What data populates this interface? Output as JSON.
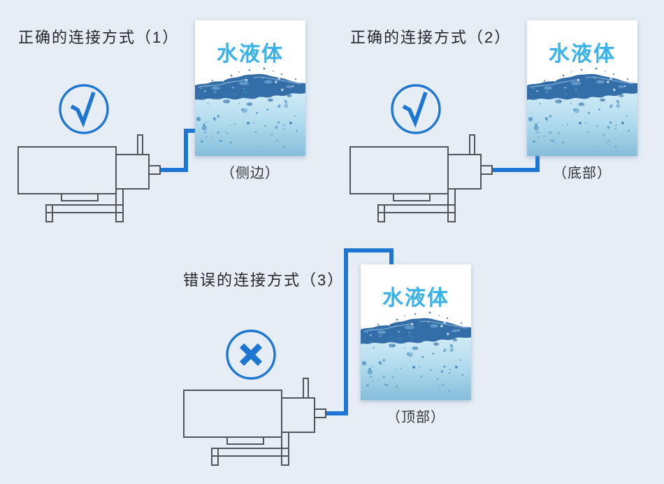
{
  "background_color": "#e6edf5",
  "accent_blue": "#1e76d3",
  "panels": [
    {
      "title": "正确的连接方式（1）",
      "mark": "check",
      "tank_label": "水液体",
      "position_label": "（侧边）"
    },
    {
      "title": "正确的连接方式（2）",
      "mark": "check",
      "tank_label": "水液体",
      "position_label": "（底部）"
    },
    {
      "title": "错误的连接方式（3）",
      "mark": "cross",
      "tank_label": "水液体",
      "position_label": "（顶部）"
    }
  ]
}
